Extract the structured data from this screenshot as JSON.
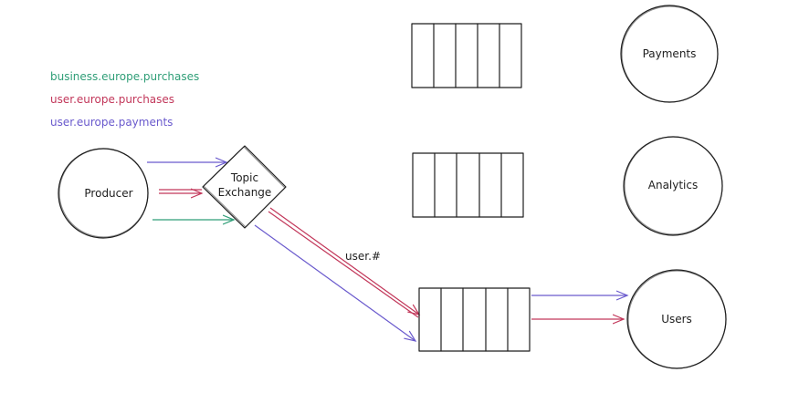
{
  "legend": {
    "items": [
      {
        "label": "business.europe.purchases",
        "color": "#2f9e77"
      },
      {
        "label": "user.europe.purchases",
        "color": "#c2375a"
      },
      {
        "label": "user.europe.payments",
        "color": "#6a5acd"
      }
    ]
  },
  "nodes": {
    "producer": "Producer",
    "exchange": {
      "line1": "Topic",
      "line2": "Exchange"
    },
    "payments": "Payments",
    "analytics": "Analytics",
    "users": "Users"
  },
  "binding_label": "user.#",
  "colors": {
    "stroke": "#1e1e1e",
    "business": "#2f9e77",
    "purchases": "#c2375a",
    "payments": "#6a5acd"
  }
}
